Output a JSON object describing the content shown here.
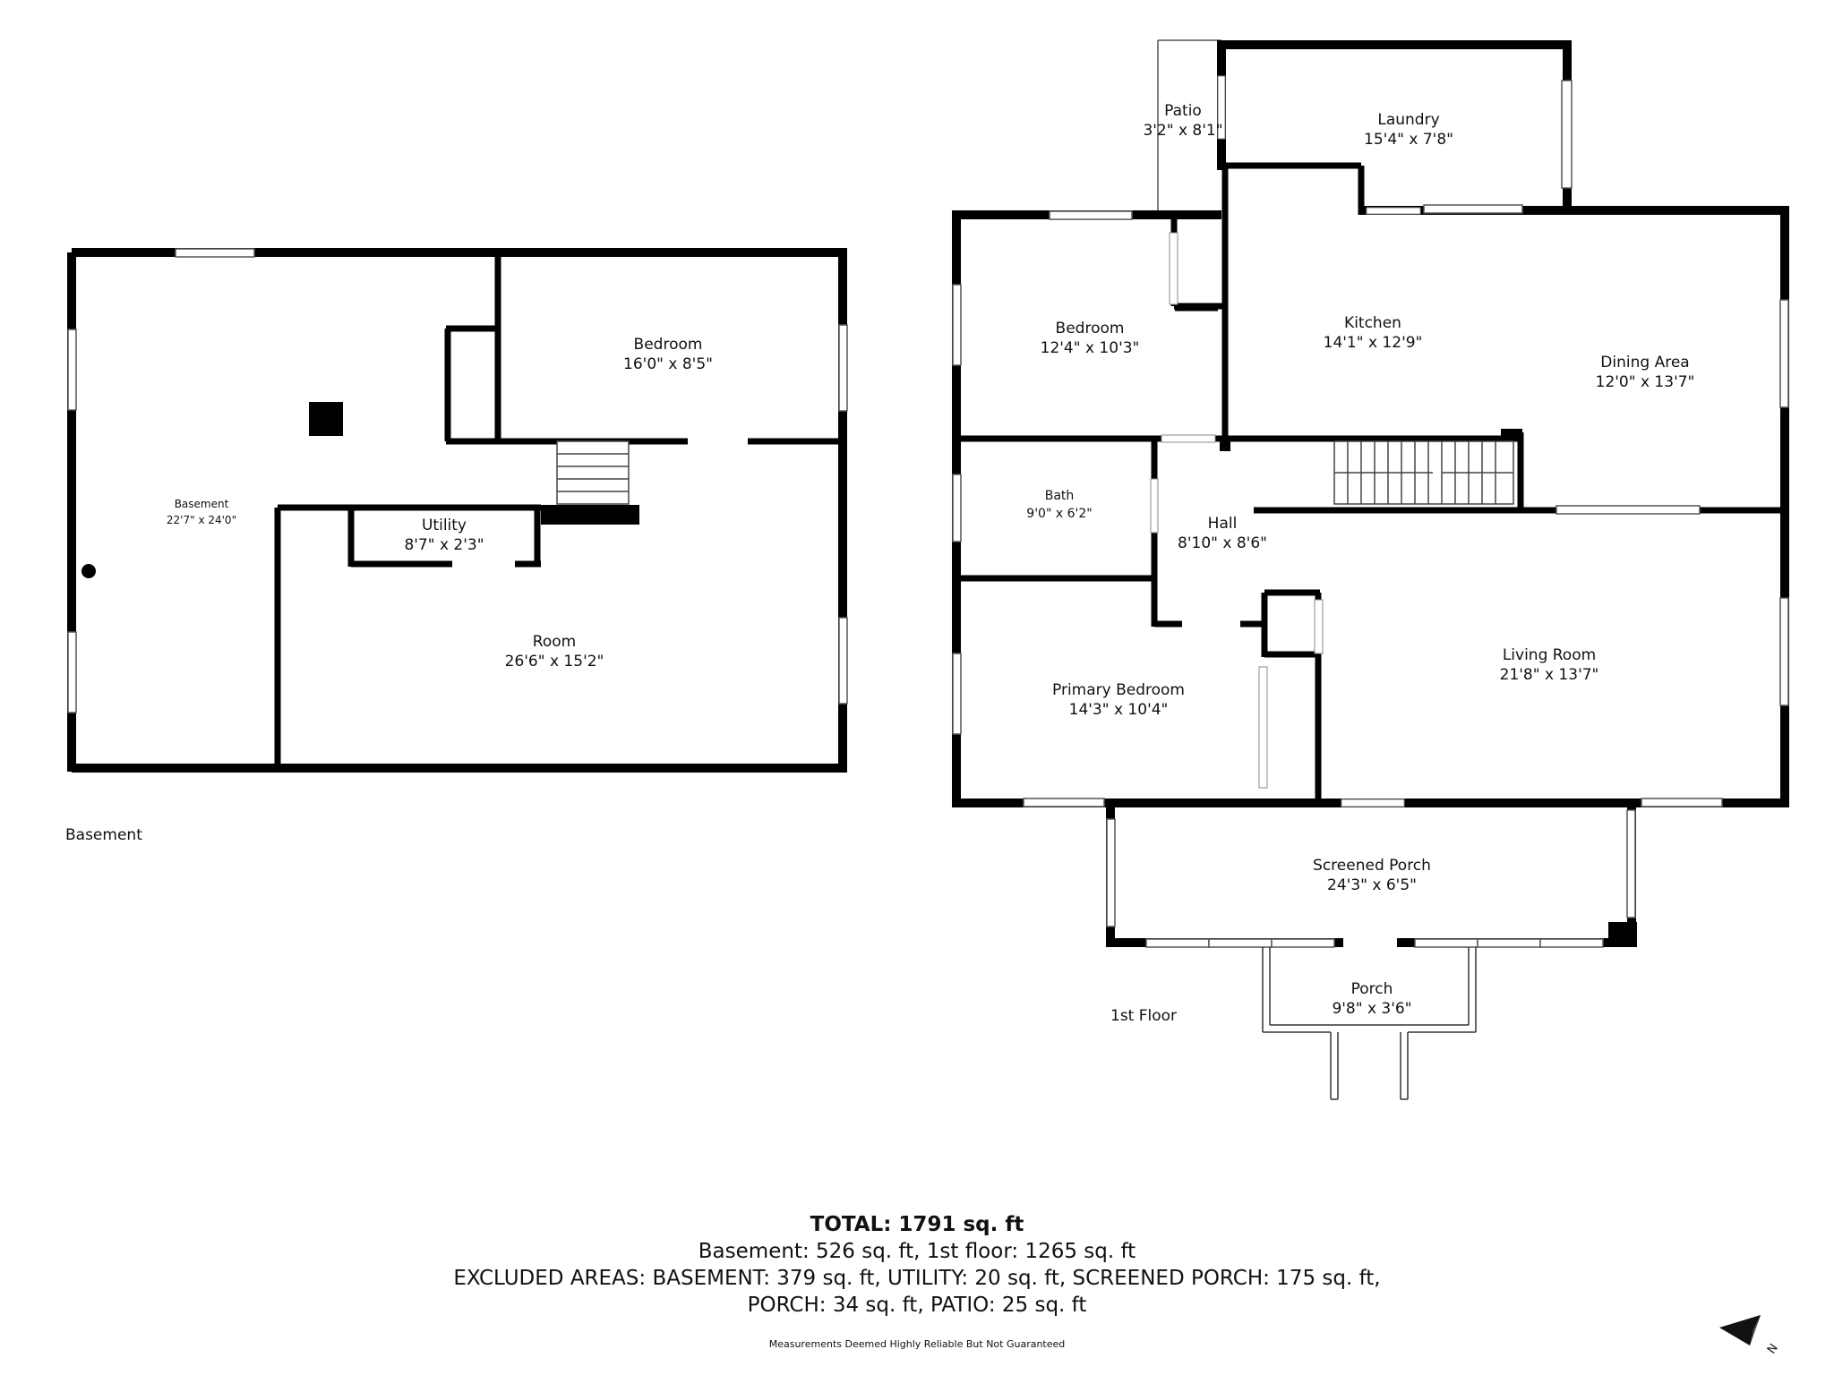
{
  "floors": [
    {
      "label": "Basement"
    },
    {
      "label": "1st Floor"
    }
  ],
  "rooms": [
    {
      "name": "Bedroom",
      "dims": "16'0\" x 8'5\""
    },
    {
      "name": "Basement",
      "dims": "22'7\" x 24'0\""
    },
    {
      "name": "Utility",
      "dims": "8'7\" x 2'3\""
    },
    {
      "name": "Room",
      "dims": "26'6\" x 15'2\""
    },
    {
      "name": "Patio",
      "dims": "3'2\" x 8'1\""
    },
    {
      "name": "Laundry",
      "dims": "15'4\" x 7'8\""
    },
    {
      "name": "Bedroom",
      "dims": "12'4\" x 10'3\""
    },
    {
      "name": "Kitchen",
      "dims": "14'1\" x 12'9\""
    },
    {
      "name": "Dining Area",
      "dims": "12'0\" x 13'7\""
    },
    {
      "name": "Bath",
      "dims": "9'0\" x 6'2\""
    },
    {
      "name": "Hall",
      "dims": "8'10\" x 8'6\""
    },
    {
      "name": "Living Room",
      "dims": "21'8\" x 13'7\""
    },
    {
      "name": "Primary Bedroom",
      "dims": "14'3\" x 10'4\""
    },
    {
      "name": "Screened Porch",
      "dims": "24'3\" x 6'5\""
    },
    {
      "name": "Porch",
      "dims": "9'8\" x 3'6\""
    }
  ],
  "totals": {
    "total": "TOTAL: 1791 sq. ft",
    "line1": "Basement: 526 sq. ft, 1st floor: 1265 sq. ft",
    "line2": "EXCLUDED AREAS: BASEMENT: 379 sq. ft, UTILITY: 20 sq. ft, SCREENED PORCH: 175 sq. ft,",
    "line3": "PORCH: 34 sq. ft, PATIO: 25 sq. ft"
  },
  "disclaimer": "Measurements Deemed Highly Reliable But Not Guaranteed",
  "compass": {
    "label": "N",
    "icon": "north-arrow-icon"
  },
  "colors": {
    "wall": "#000000",
    "background": "#ffffff"
  }
}
